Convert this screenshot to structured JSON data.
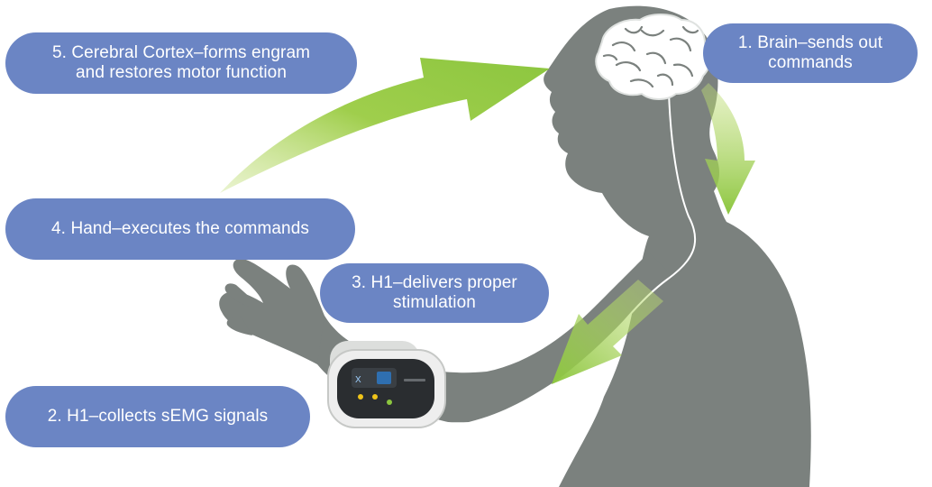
{
  "steps": {
    "step1": "1. Brain–sends out\ncommands",
    "step2": "2. H1–collects sEMG signals",
    "step3": "3. H1–delivers proper\nstimulation",
    "step4": "4. Hand–executes the commands",
    "step5": "5. Cerebral Cortex–forms engram\nand restores motor function"
  },
  "colors": {
    "silhouette": "#7b817e",
    "arrow": "#8cc63f",
    "label_bg": "#6b85c4",
    "label_text": "#ffffff",
    "nerve_line": "#ffffff"
  },
  "device": {
    "name": "H1 wearable armband"
  }
}
